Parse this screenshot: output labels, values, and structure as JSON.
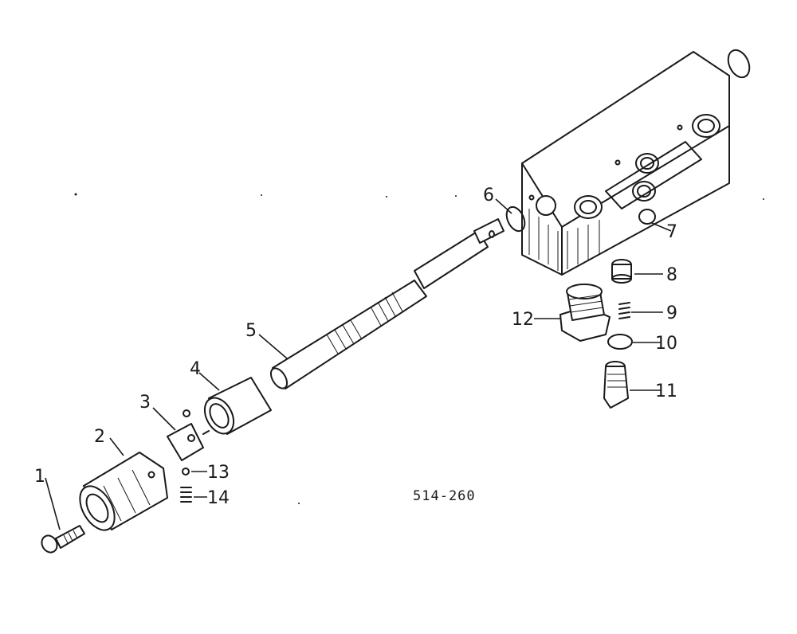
{
  "diagram": {
    "reference": "514-260",
    "callouts": [
      {
        "id": "1",
        "text": "1"
      },
      {
        "id": "2",
        "text": "2"
      },
      {
        "id": "3",
        "text": "3"
      },
      {
        "id": "4",
        "text": "4"
      },
      {
        "id": "5",
        "text": "5"
      },
      {
        "id": "6",
        "text": "6"
      },
      {
        "id": "7",
        "text": "7"
      },
      {
        "id": "8",
        "text": "8"
      },
      {
        "id": "9",
        "text": "9"
      },
      {
        "id": "10",
        "text": "10"
      },
      {
        "id": "11",
        "text": "11"
      },
      {
        "id": "12",
        "text": "12"
      },
      {
        "id": "13",
        "text": "13"
      },
      {
        "id": "14",
        "text": "14"
      }
    ]
  }
}
